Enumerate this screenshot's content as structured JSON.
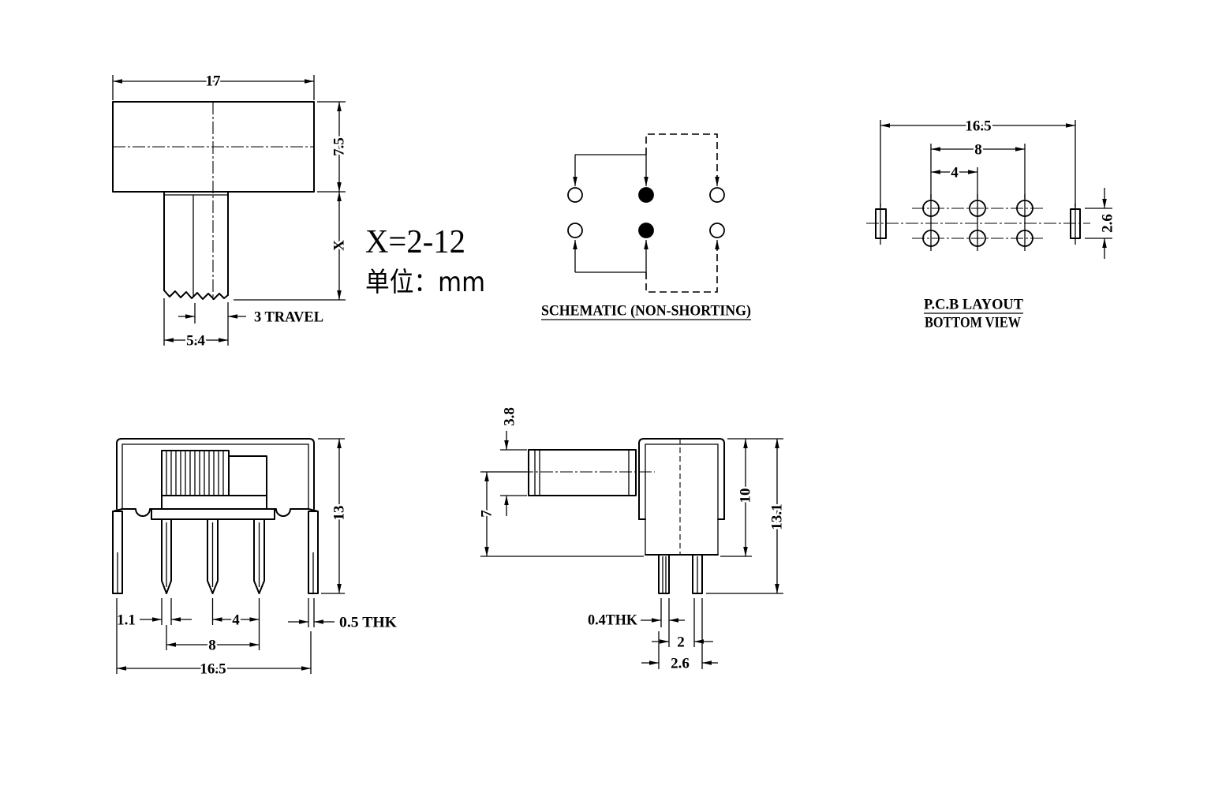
{
  "top_view": {
    "dim_body_width": "17",
    "dim_body_height": "7.5",
    "dim_lever_length": "X",
    "dim_travel": "3 TRAVEL",
    "dim_lever_width": "5.4",
    "lever_length_note": "X=2-12",
    "unit_note": "单位：mm"
  },
  "schematic": {
    "title": "SCHEMATIC (NON-SHORTING)"
  },
  "pcb_layout": {
    "title": "P.C.B LAYOUT",
    "subtitle": "BOTTOM VIEW",
    "dim_overall": "16.5",
    "dim_pin_span": "8",
    "dim_pin_pitch": "4",
    "dim_row_spacing": "2.6"
  },
  "front_view": {
    "dim_height": "13",
    "dim_pin_width": "1.1",
    "dim_pin_pitch": "4",
    "dim_pin_span": "8",
    "dim_overall": "16.5",
    "dim_thickness": "0.5 THK"
  },
  "side_view": {
    "dim_actuator_thickness": "3.8",
    "dim_actuator_height": "7",
    "dim_body_height": "10",
    "dim_overall_height": "13.1",
    "dim_pin_thickness": "0.4THK",
    "dim_pin_spacing": "2",
    "dim_pin_outer": "2.6"
  },
  "colors": {
    "ink": "#000000",
    "background": "#ffffff"
  }
}
